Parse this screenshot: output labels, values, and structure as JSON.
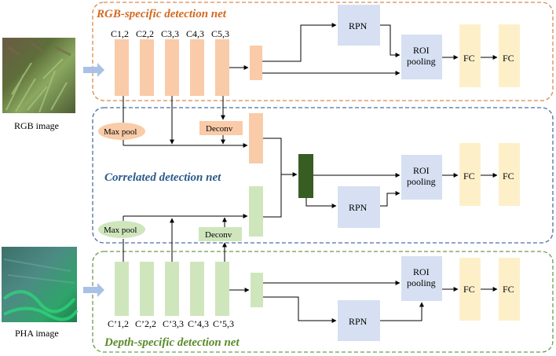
{
  "diagram": {
    "rgb_net": {
      "title": "RGB-specific detection net",
      "title_color": "#d2691e",
      "border_color": "#d98a4e",
      "conv_labels": [
        "C1,2",
        "C2,2",
        "C3,3",
        "C4,3",
        "C5,3"
      ],
      "rpn_label": "RPN",
      "roi_label_line1": "ROI",
      "roi_label_line2": "pooling",
      "fc_labels": [
        "FC",
        "FC"
      ]
    },
    "correlated_net": {
      "title": "Correlated detection net",
      "title_color": "#2a5a8a",
      "border_color": "#4a6fa0",
      "max_pool_top": "Max pool",
      "max_pool_bottom": "Max pool",
      "deconv_top": "Deconv",
      "deconv_bottom": "Deconv",
      "rpn_label": "RPN",
      "roi_label_line1": "ROI",
      "roi_label_line2": "pooling",
      "fc_labels": [
        "FC",
        "FC"
      ]
    },
    "depth_net": {
      "title": "Depth-specific detection net",
      "title_color": "#5a8a2a",
      "border_color": "#6e9a4e",
      "conv_labels": [
        "C’1,2",
        "C’2,2",
        "C’3,3",
        "C’4,3",
        "C’5,3"
      ],
      "rpn_label": "RPN",
      "roi_label_line1": "ROI",
      "roi_label_line2": "pooling",
      "fc_labels": [
        "FC",
        "FC"
      ]
    },
    "inputs": {
      "rgb_caption": "RGB image",
      "pha_caption": "PHA image"
    },
    "colors": {
      "orange_block": "#f9cba8",
      "green_block": "#cfe6bd",
      "dark_green_block": "#385d22",
      "rpn_block": "#d6e0f2",
      "fc_block": "#fdf0c9",
      "input_arrow": "#a9c1e6"
    }
  }
}
